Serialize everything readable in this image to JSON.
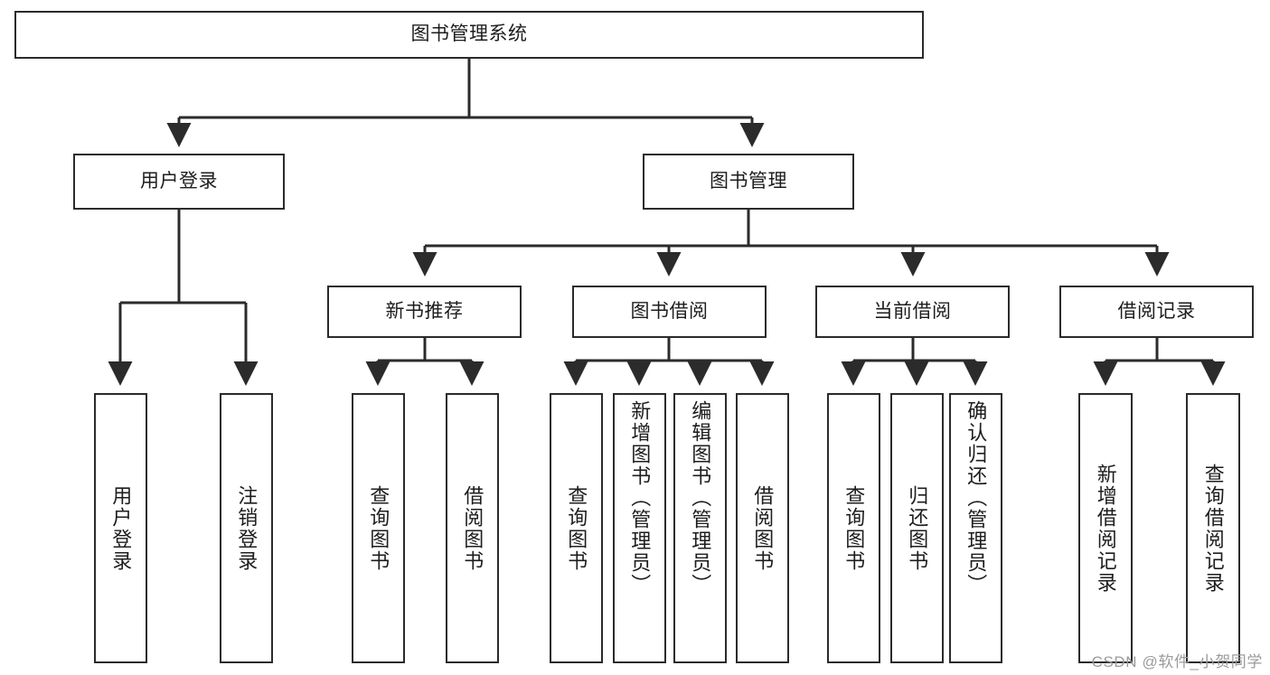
{
  "diagram": {
    "title": "图书管理系统",
    "type": "tree-hierarchy-diagram",
    "root": {
      "label": "图书管理系统"
    },
    "level2": [
      {
        "label": "用户登录"
      },
      {
        "label": "图书管理"
      }
    ],
    "level3": [
      {
        "label": "新书推荐"
      },
      {
        "label": "图书借阅"
      },
      {
        "label": "当前借阅"
      },
      {
        "label": "借阅记录"
      }
    ],
    "leaves": {
      "user_login": [
        {
          "label": "用户登录"
        },
        {
          "label": "注销登录"
        }
      ],
      "new_book_recommend": [
        {
          "label": "查询图书"
        },
        {
          "label": "借阅图书"
        }
      ],
      "book_borrow": [
        {
          "label": "查询图书"
        },
        {
          "label": "新增图书（管理员）"
        },
        {
          "label": "编辑图书（管理员）"
        },
        {
          "label": "借阅图书"
        }
      ],
      "current_borrow": [
        {
          "label": "查询图书"
        },
        {
          "label": "归还图书"
        },
        {
          "label": "确认归还（管理员）"
        }
      ],
      "borrow_record": [
        {
          "label": "新增借阅记录"
        },
        {
          "label": "查询借阅记录"
        }
      ]
    }
  },
  "watermark": {
    "text": "CSDN @软件_小贺同学"
  },
  "colors": {
    "stroke": "#2b2b2b",
    "box_fill": "#ffffff",
    "text": "#1d1d1d",
    "watermark": "#9b9b9b",
    "background": "#ffffff"
  }
}
